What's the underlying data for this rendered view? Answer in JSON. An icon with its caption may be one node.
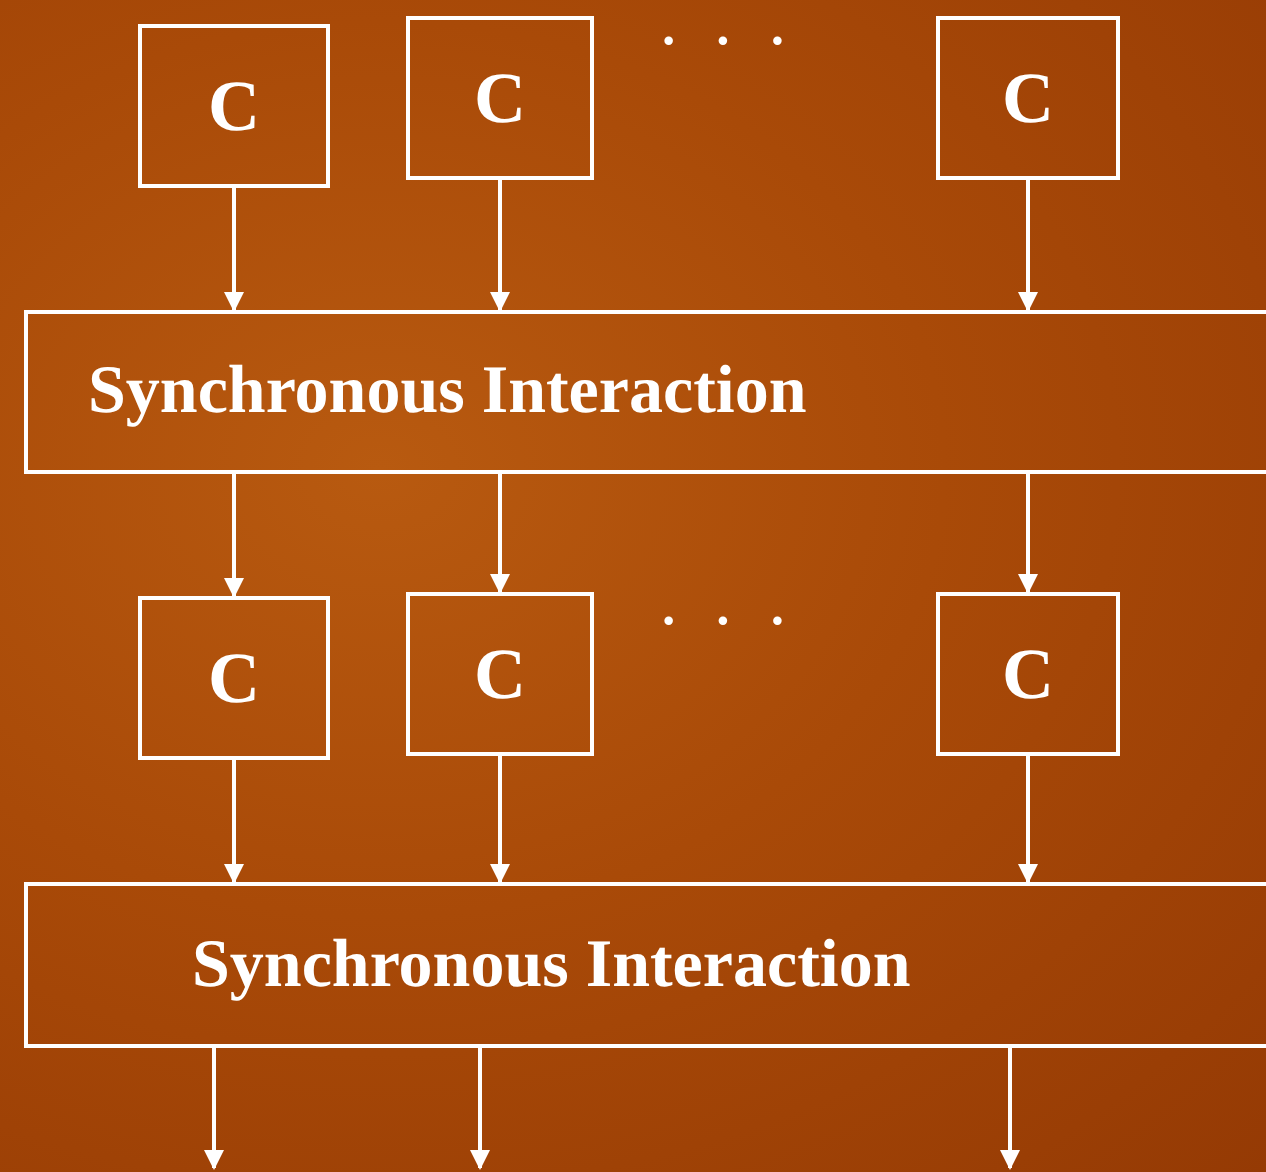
{
  "diagram": {
    "nodes": [
      {
        "text": [
          "C"
        ]
      },
      {
        "text": [
          "C"
        ]
      },
      {
        "text": [
          "C"
        ]
      },
      {
        "text": [
          "Synchronous Interaction"
        ]
      },
      {
        "text": [
          "C"
        ]
      },
      {
        "text": [
          "C"
        ]
      },
      {
        "text": [
          "C"
        ]
      },
      {
        "text": [
          "Synchronous Interaction"
        ]
      }
    ],
    "edges": [
      {
        "from": 0,
        "to": 3,
        "arrow": "to"
      },
      {
        "from": 1,
        "to": 3,
        "arrow": "to"
      },
      {
        "from": 2,
        "to": 3,
        "arrow": "to"
      },
      {
        "from": 3,
        "to": 4,
        "arrow": "to"
      },
      {
        "from": 3,
        "to": 5,
        "arrow": "to"
      },
      {
        "from": 3,
        "to": 6,
        "arrow": "to"
      },
      {
        "from": 4,
        "to": 7,
        "arrow": "to"
      },
      {
        "from": 5,
        "to": 7,
        "arrow": "to"
      },
      {
        "from": 6,
        "to": 7,
        "arrow": "to"
      },
      {
        "from": 7,
        "to": null,
        "arrow": "to"
      },
      {
        "from": 7,
        "to": null,
        "arrow": "to"
      },
      {
        "from": 7,
        "to": null,
        "arrow": "to"
      }
    ],
    "labels": [
      "· · ·",
      "· · ·"
    ]
  }
}
